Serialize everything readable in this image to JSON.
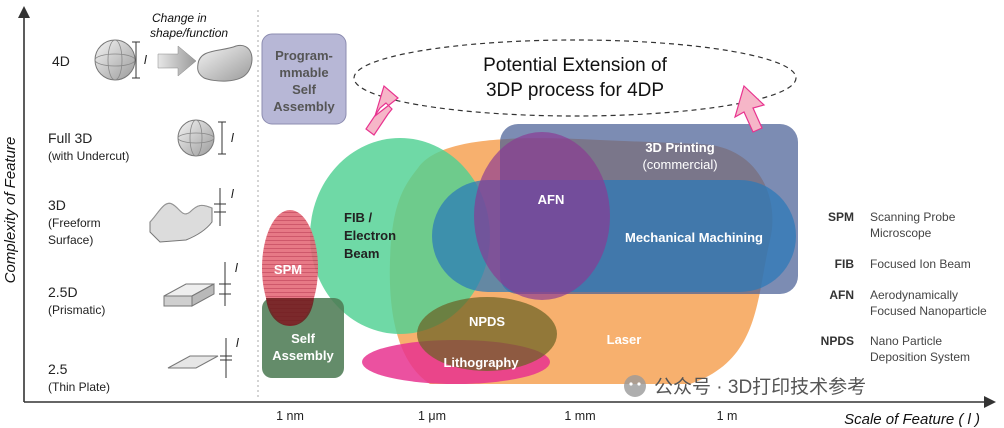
{
  "axes": {
    "y_title": "Complexity of Feature",
    "x_title": "Scale of Feature ( l )",
    "x_ticks": [
      "1 nm",
      "1 μm",
      "1 mm",
      "1 m"
    ]
  },
  "levels": [
    {
      "main": "4D",
      "sub": ""
    },
    {
      "main": "Full 3D",
      "sub": "(with Undercut)"
    },
    {
      "main": "3D",
      "sub": "(Freeform",
      "sub2": "Surface)"
    },
    {
      "main": "2.5D",
      "sub": "(Prismatic)"
    },
    {
      "main": "2.5",
      "sub": "(Thin Plate)"
    }
  ],
  "illustration": {
    "note_line1": "Change in",
    "note_line2": "shape/function",
    "dim_symbol": "l"
  },
  "regions": {
    "programmable": [
      "Program-",
      "mmable",
      "Self",
      "Assembly"
    ],
    "printing": [
      "3D Printing",
      "(commercial)"
    ],
    "fib": [
      "FIB /",
      "Electron",
      "Beam"
    ],
    "afn": "AFN",
    "mech": "Mechanical Machining",
    "spm": "SPM",
    "self_assembly": [
      "Self",
      "Assembly"
    ],
    "npds": "NPDS",
    "litho": "Lithography",
    "laser": "Laser"
  },
  "extension": [
    "Potential Extension of",
    "3DP process for 4DP"
  ],
  "glossary": [
    {
      "abbr": "SPM",
      "lines": [
        "Scanning Probe",
        "Microscope"
      ]
    },
    {
      "abbr": "FIB",
      "lines": [
        "Focused Ion Beam"
      ]
    },
    {
      "abbr": "AFN",
      "lines": [
        "Aerodynamically",
        "Focused Nanoparticle"
      ]
    },
    {
      "abbr": "NPDS",
      "lines": [
        "Nano Particle",
        "Deposition System"
      ]
    }
  ],
  "watermark": "公众号 · 3D打印技术参考",
  "colors": {
    "laser": "#f6a55a",
    "fib": "#4fd193",
    "printing": "#4a5f95",
    "mech": "#2b78b8",
    "afn": "#8a3a94",
    "spm": "#e1506a",
    "self_assembly": "#4f7c55",
    "programmable": "#b7b7d6",
    "litho": "#e8338f",
    "npds": "#6b6326"
  }
}
